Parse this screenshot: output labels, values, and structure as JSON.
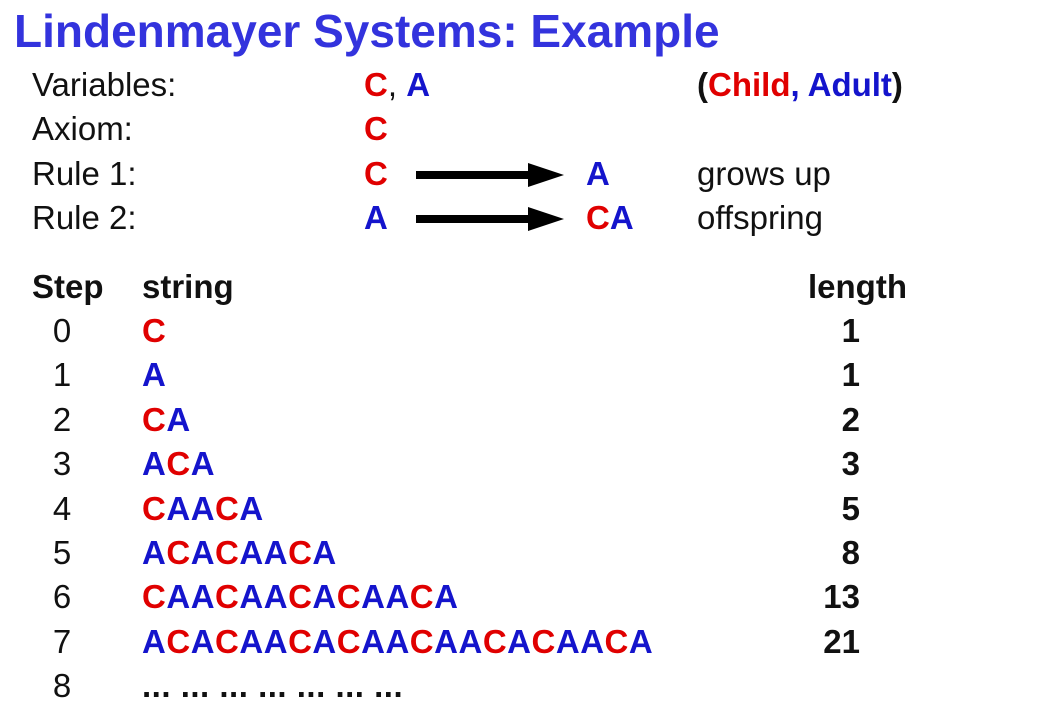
{
  "title": "Lindenmayer Systems: Example",
  "colors": {
    "title": "#3333dd",
    "child": "#e00000",
    "adult": "#1414cc"
  },
  "definitions": {
    "variables_label": "Variables:",
    "var_c": "C",
    "var_sep": ", ",
    "var_a": "A",
    "legend_open": "(",
    "legend_child": "Child",
    "legend_sep": ", ",
    "legend_adult": "Adult",
    "legend_close": ")",
    "axiom_label": "Axiom:",
    "axiom_value": "C",
    "rule1_label": "Rule 1:",
    "rule1_from": "C",
    "rule1_to": "A",
    "rule1_note": "grows up",
    "rule2_label": "Rule 2:",
    "rule2_from": "A",
    "rule2_to": "CA",
    "rule2_note": "offspring"
  },
  "table": {
    "headers": {
      "step": "Step",
      "string": "string",
      "length": "length"
    },
    "rows": [
      {
        "step": "0",
        "string": "C",
        "length": "1"
      },
      {
        "step": "1",
        "string": "A",
        "length": "1"
      },
      {
        "step": "2",
        "string": "CA",
        "length": "2"
      },
      {
        "step": "3",
        "string": "ACA",
        "length": "3"
      },
      {
        "step": "4",
        "string": "CAACA",
        "length": "5"
      },
      {
        "step": "5",
        "string": "ACACAACA",
        "length": "8"
      },
      {
        "step": "6",
        "string": "CAACAACACAACA",
        "length": "13"
      },
      {
        "step": "7",
        "string": "ACACAACACAACAACACAACA",
        "length": "21"
      },
      {
        "step": "8",
        "string": "... ... ... ... ... ... ...",
        "length": ""
      }
    ]
  }
}
